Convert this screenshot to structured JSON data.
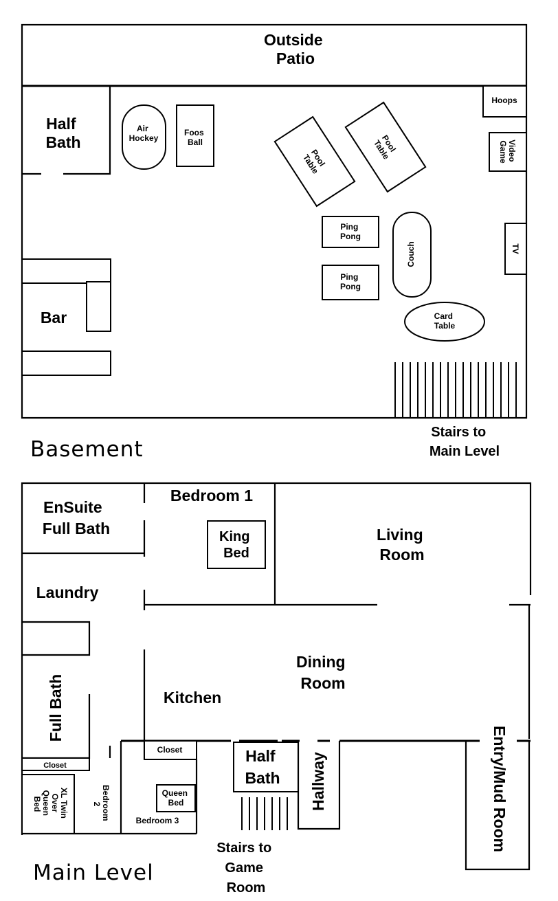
{
  "basement": {
    "caption": "Basement",
    "rooms": {
      "patio": [
        "Outside",
        "Patio"
      ],
      "half_bath": [
        "Half",
        "Bath"
      ],
      "bar": "Bar",
      "stairs": [
        "Stairs to",
        "Main Level"
      ]
    },
    "furniture": {
      "air_hockey": [
        "Air",
        "Hockey"
      ],
      "foos_ball": [
        "Foos",
        "Ball"
      ],
      "pool_table": [
        "Pool",
        "Table"
      ],
      "ping_pong": [
        "Ping",
        "Pong"
      ],
      "couch": "Couch",
      "card_table": [
        "Card",
        "Table"
      ],
      "hoops": "Hoops",
      "video_game": [
        "Video",
        "Game"
      ],
      "tv": "TV"
    }
  },
  "main": {
    "caption": "Main Level",
    "rooms": {
      "bedroom1": "Bedroom 1",
      "ensuite": [
        "EnSuite",
        "Full Bath"
      ],
      "king_bed": [
        "King",
        "Bed"
      ],
      "living_room": [
        "Living",
        "Room"
      ],
      "laundry": "Laundry",
      "dining_room": [
        "Dining",
        "Room"
      ],
      "kitchen": "Kitchen",
      "full_bath": "Full Bath",
      "closet_left": "Closet",
      "closet_mid": "Closet",
      "half_bath": [
        "Half",
        "Bath"
      ],
      "hallway": "Hallway",
      "entry": "Entry/Mud Room",
      "bedroom2": [
        "Bedroom",
        "2"
      ],
      "bedroom3": "Bedroom 3",
      "queen_bed": [
        "Queen",
        "Bed"
      ],
      "xl_twin": [
        "XL Twin",
        "Over",
        "Queen",
        "Bed"
      ],
      "stairs": [
        "Stairs to",
        "Game",
        "Room"
      ]
    }
  }
}
